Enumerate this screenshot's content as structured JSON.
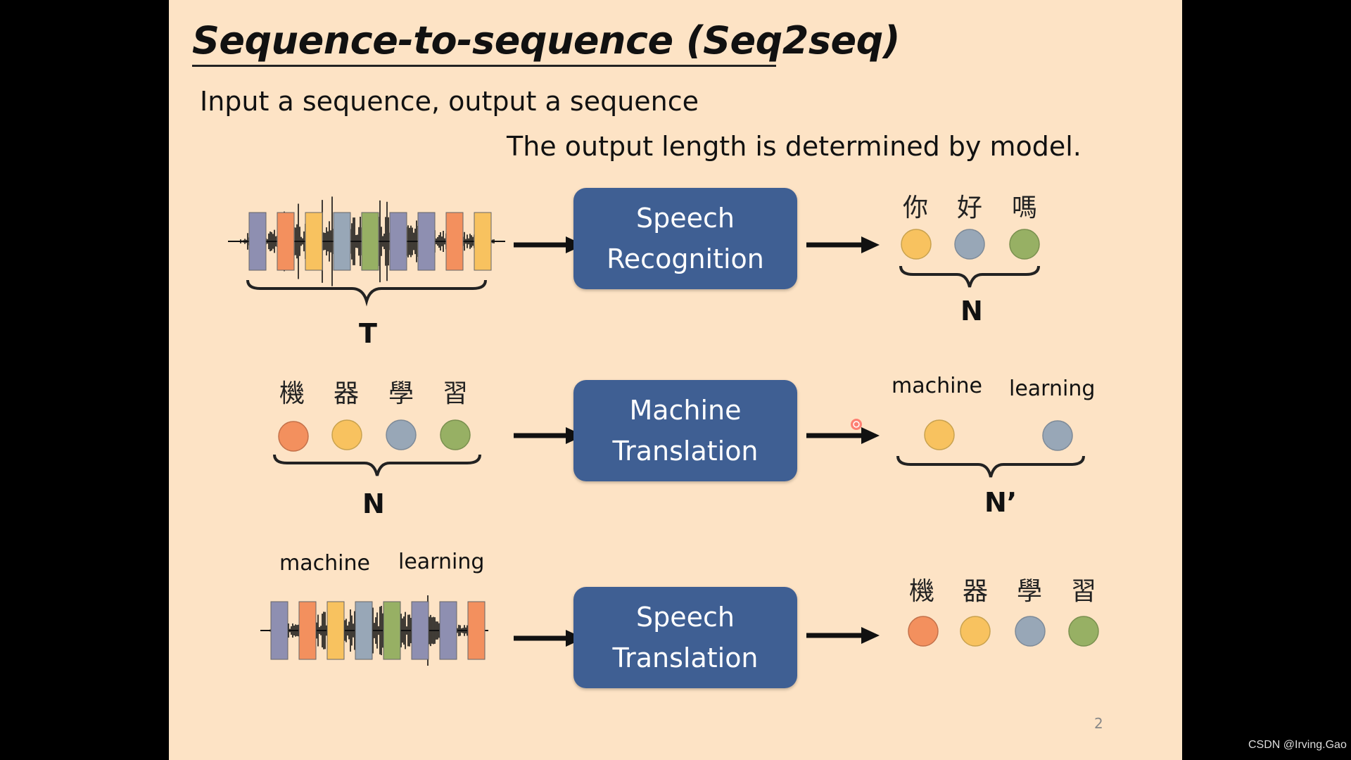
{
  "slide": {
    "title": "Sequence-to-sequence (Seq2seq)",
    "subtitle": "Input a sequence, output a sequence",
    "note": "The output length is determined by model.",
    "page_number": "2"
  },
  "colors": {
    "background": "#fde3c5",
    "box": "#3f5f93",
    "vec_purple": "#8e8fb1",
    "vec_orange": "#f3905e",
    "vec_yellow": "#f8c25f",
    "vec_blue": "#98a7b7",
    "vec_green": "#97b064"
  },
  "rows": [
    {
      "box": {
        "line1": "Speech",
        "line2": "Recognition"
      },
      "input_label": "T",
      "output": {
        "chars": [
          "你",
          "好",
          "嗎"
        ],
        "label": "N"
      }
    },
    {
      "box": {
        "line1": "Machine",
        "line2": "Translation"
      },
      "input": {
        "chars": [
          "機",
          "器",
          "學",
          "習"
        ],
        "label": "N"
      },
      "output": {
        "words": [
          "machine",
          "learning"
        ],
        "label": "N’"
      }
    },
    {
      "box": {
        "line1": "Speech",
        "line2": "Translation"
      },
      "input": {
        "words": [
          "machine",
          "learning"
        ]
      },
      "output": {
        "chars": [
          "機",
          "器",
          "學",
          "習"
        ]
      }
    }
  ],
  "watermark": "CSDN @Irving.Gao"
}
